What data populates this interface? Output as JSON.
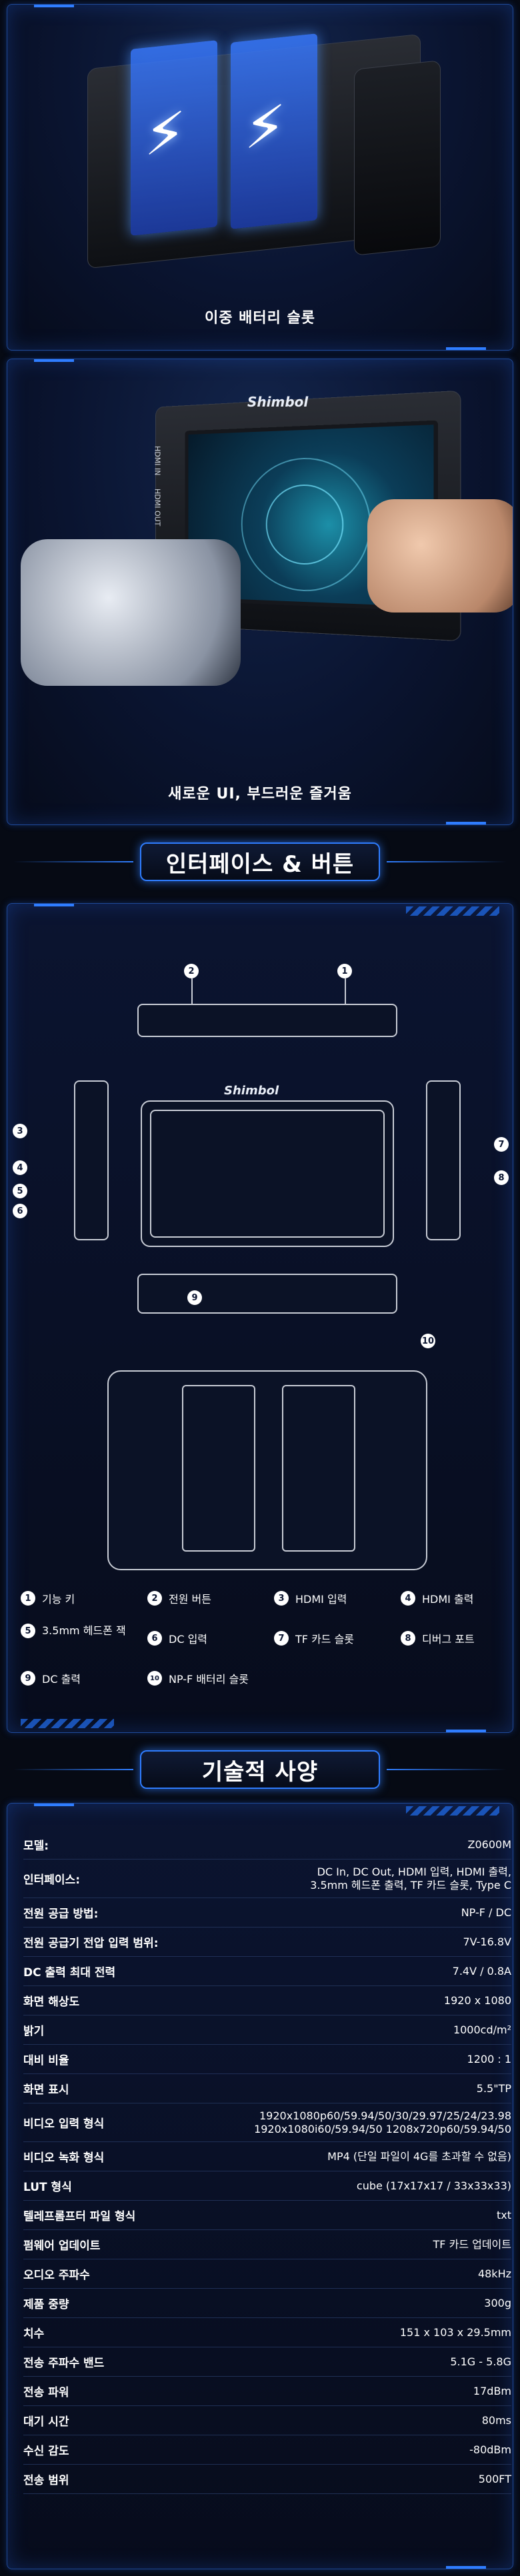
{
  "section1": {
    "caption": "이중 배터리 슬롯"
  },
  "section2": {
    "caption": "새로운 UI, 부드러운 즐거움",
    "brand": "Shimbol",
    "port_labels": [
      "HDMI IN",
      "HDMI OUT"
    ]
  },
  "interfaces": {
    "title": "인터페이스 & 버튼",
    "brand": "Shimbol",
    "legend": [
      {
        "n": "1",
        "label": "기능 키"
      },
      {
        "n": "2",
        "label": "전원 버튼"
      },
      {
        "n": "3",
        "label": "HDMI 입력"
      },
      {
        "n": "4",
        "label": "HDMI 출력"
      },
      {
        "n": "5",
        "label": "3.5mm 헤드폰 잭"
      },
      {
        "n": "6",
        "label": "DC 입력"
      },
      {
        "n": "7",
        "label": "TF 카드 슬롯"
      },
      {
        "n": "8",
        "label": "디버그 포트"
      },
      {
        "n": "9",
        "label": "DC 출력"
      },
      {
        "n": "10",
        "label": "NP-F 배터리 슬롯"
      }
    ]
  },
  "specs": {
    "title": "기술적 사양",
    "rows": [
      {
        "label": "모델:",
        "value": "Z0600M"
      },
      {
        "label": "인터페이스:",
        "value": "DC In, DC Out, HDMI 입력, HDMI 출력,\n3.5mm 헤드폰 출력, TF 카드 슬롯, Type C"
      },
      {
        "label": "전원 공급 방법:",
        "value": "NP-F / DC"
      },
      {
        "label": "전원 공급기 전압 입력 범위:",
        "value": "7V-16.8V"
      },
      {
        "label": "DC 출력 최대 전력",
        "value": "7.4V / 0.8A"
      },
      {
        "label": "화면 해상도",
        "value": "1920 x 1080"
      },
      {
        "label": "밝기",
        "value": "1000cd/m²"
      },
      {
        "label": "대비 비율",
        "value": "1200 : 1"
      },
      {
        "label": "화면 표시",
        "value": "5.5\"TP"
      },
      {
        "label": "비디오 입력 형식",
        "value": "1920x1080p60/59.94/50/30/29.97/25/24/23.98\n1920x1080i60/59.94/50  1208x720p60/59.94/50"
      },
      {
        "label": "비디오 녹화 형식",
        "value": "MP4 (단일 파일이 4G를 초과할 수 없음)"
      },
      {
        "label": "LUT 형식",
        "value": "cube (17x17x17 / 33x33x33)"
      },
      {
        "label": "텔레프롬프터 파일 형식",
        "value": "txt"
      },
      {
        "label": "펌웨어 업데이트",
        "value": "TF 카드 업데이트"
      },
      {
        "label": "오디오 주파수",
        "value": "48kHz"
      },
      {
        "label": "제품 중량",
        "value": "300g"
      },
      {
        "label": "치수",
        "value": "151 x 103 x 29.5mm"
      },
      {
        "label": "전송 주파수 밴드",
        "value": "5.1G - 5.8G"
      },
      {
        "label": "전송 파워",
        "value": "17dBm"
      },
      {
        "label": "대기 시간",
        "value": "80ms"
      },
      {
        "label": "수신 감도",
        "value": "-80dBm"
      },
      {
        "label": "전송 범위",
        "value": "500FT"
      }
    ]
  },
  "colors": {
    "accent": "#2f7dff",
    "background": "#060a14",
    "frame": "#1f4a9a"
  }
}
